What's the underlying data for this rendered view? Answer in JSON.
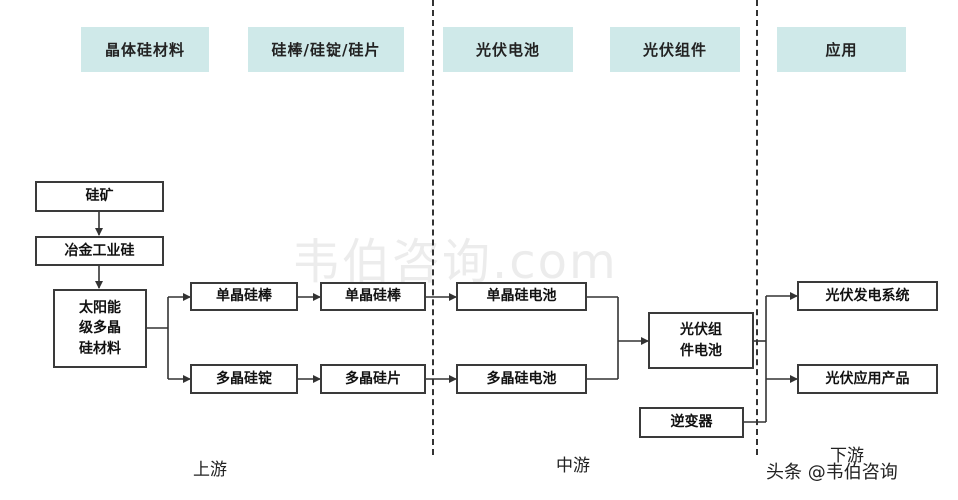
{
  "headers": [
    "晶体硅材料",
    "硅棒/硅锭/硅片",
    "光伏电池",
    "光伏组件",
    "应用"
  ],
  "nodes": {
    "silicon_ore": "硅矿",
    "metallurgical_si": "冶金工业硅",
    "solar_poly_line1": "太阳能",
    "solar_poly_line2": "级多晶",
    "solar_poly_line3": "硅材料",
    "mono_ingot": "单晶硅棒",
    "mono_rod": "单晶硅棒",
    "mono_cell": "单晶硅电池",
    "poly_ingot": "多晶硅锭",
    "poly_wafer": "多晶硅片",
    "poly_cell": "多晶硅电池",
    "module_line1": "光伏组",
    "module_line2": "件电池",
    "inverter": "逆变器",
    "pv_power": "光伏发电系统",
    "pv_products": "光伏应用产品"
  },
  "stages": {
    "upstream": "上游",
    "midstream": "中游",
    "downstream": "下游"
  },
  "watermark": "韦伯咨询.com",
  "credit": "头条 @韦伯咨询",
  "colors": {
    "header_bg": "#cfe9e9",
    "box_border": "#3a3a3a",
    "line": "#333333"
  }
}
